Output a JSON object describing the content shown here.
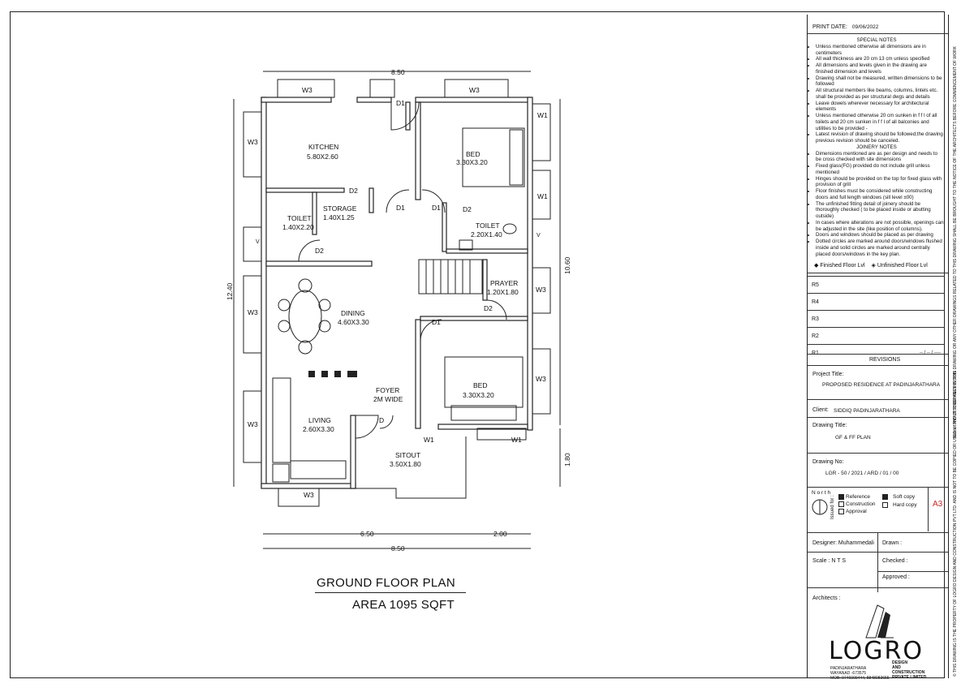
{
  "drawing": {
    "title": "GROUND FLOOR PLAN",
    "area": "AREA 1095 SQFT",
    "dims": {
      "top": "8.50",
      "bottom_left": "6.50",
      "bottom_right": "2.00",
      "bottom_total": "8.50",
      "left": "12.40",
      "right_main": "10.60",
      "right_bottom": "1.80"
    },
    "rooms": [
      {
        "name": "KITCHEN",
        "size": "5.80X2.60"
      },
      {
        "name": "BED",
        "size": "3.30X3.20"
      },
      {
        "name": "STORAGE",
        "size": "1.40X1.25"
      },
      {
        "name": "TOILET",
        "size": "1.40X2.20"
      },
      {
        "name": "TOILET",
        "size": "2.20X1.40"
      },
      {
        "name": "PRAYER",
        "size": "1.20X1.80"
      },
      {
        "name": "DINING",
        "size": "4.60X3.30"
      },
      {
        "name": "BED",
        "size": "3.30X3.20"
      },
      {
        "name": "FOYER",
        "size": "2M WIDE"
      },
      {
        "name": "LIVING",
        "size": "2.60X3.30"
      },
      {
        "name": "SITOUT",
        "size": "3.50X1.80"
      }
    ],
    "labels": {
      "w3": "W3",
      "w1": "W1",
      "d1": "D1",
      "d2": "D2",
      "v": "V",
      "d": "D"
    }
  },
  "title_block": {
    "print_date_label": "PRINT DATE:",
    "print_date": "09/06/2022",
    "special_notes_title": "SPECIAL NOTES",
    "special_notes": [
      "Unless mentioned otherwise all dimensions are in centimeters",
      "All wall thickness are 20 cm 13 cm unless specified",
      "All dimensions and levels given in the drawing are finished dimension and levels",
      "Drawing shall not be measured, written dimensions to be followed",
      "All structural members like beams, columns, lintels etc. shall be provided as per structural dwgs and details",
      "Leave dowels wherever necessary for architectural elements",
      "Unless mentioned otherwise 20 cm sunken in f f l of all toilets and 20 cm sunken in f f l of all balconies and utilities to be provided -",
      "Latest revision of drawing should be followed;the drawing previous revision should be canceled."
    ],
    "joinery_notes_title": "JOINERY NOTES",
    "joinery_notes": [
      "Dimensions mentioned are as per design and needs to be cross checked with site dimensions",
      "Fixed glass(FG) provided do not include grill unless mentioned",
      "Hinges should be provided on the top for fixed glass with provision of grill",
      "Floor finishes must be considered while constructing doors and full length windows (sill level ±00)",
      "The unfinished fitting detail of joinery should be thoroughly checked ( to be placed inside or abutting outside)",
      "In cases where alterations are not possible, openings can be adjusted in the site (like position of columns).",
      "Doors and windows should be placed as per drawing",
      "Dotted circles are marked around doors/windows flushed inside and solid circles are marked around centrally placed doors/windows in the key plan."
    ],
    "finished_floor": "Finished Floor Lvl",
    "unfinished_floor": "Unfinished Floor Lvl",
    "revisions_rows": [
      "R5",
      "R4",
      "R3",
      "R2",
      "R1"
    ],
    "revision_date": "-- / -- / ----",
    "revisions_label": "REVISIONS",
    "project_title_label": "Project Title:",
    "project_title": "PROPOSED RESIDENCE AT PADINJARATHARA",
    "client_label": "Client:",
    "client": "SIDDIQ PADINJARATHARA",
    "drawing_title_label": "Drawing Title:",
    "drawing_title": "GF & FF PLAN",
    "drawing_no_label": "Drawing No:",
    "drawing_no": "LGR - 50 / 2021 / ARD / 01 / 00",
    "north_label": "N o r t h",
    "issued_for_label": "Issued for :",
    "issued_options": [
      "Reference",
      "Construction",
      "Approval"
    ],
    "copy_options": [
      "Soft copy",
      "Hard copy"
    ],
    "sheet_size": "A3",
    "designer_label": "Designer:",
    "designer": "Muhammedali",
    "drawn_label": "Drawn :",
    "scale_label": "Scale :",
    "scale": "N T S",
    "checked_label": "Checked :",
    "approved_label": "Approved :",
    "architects_label": "Architects :",
    "logo_text": "LOGRO",
    "logo_sub": [
      "DESIGN",
      "AND",
      "CONSTRUCTION",
      "PRIVATE LIMITED"
    ],
    "address": [
      "PADINJARATHARA",
      "WAYANAD -673575",
      "MOB: 9746009444, 8848083655"
    ],
    "side_note_right": "Notes : ANY DISCREPANCY IN THIS DRAWING OR ANY OTHER DRAWINGS RELATED TO THIS DRAWING SHALL BE BROUGHT TO THE NOTICE OF THE ARCHITECTS BEFORE COMMENCEMENT OF WORK",
    "side_note_left": "© THIS DRAWING IS THE PROPERTY OF LOGRO DESIGN AND CONSTRUCTION PVT LTD. AND IS NOT TO BE COPIED OR USED WITHOUT THEIR PERMISSION"
  }
}
